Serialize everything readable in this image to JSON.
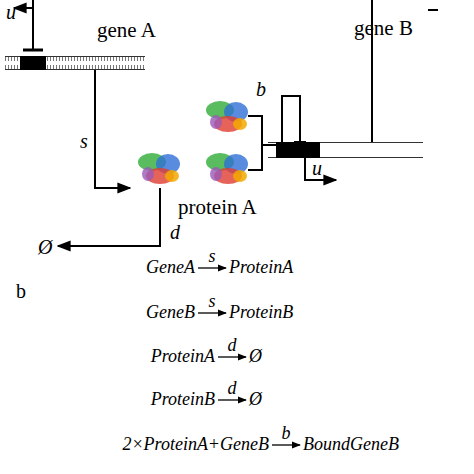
{
  "diagram": {
    "nodes": [
      {
        "text": [
          "gene A"
        ]
      },
      {
        "text": [
          "protein A"
        ]
      },
      {
        "text": [
          "gene B"
        ]
      }
    ],
    "edges": [
      {
        "from": 0,
        "to": 1,
        "label": "s",
        "arrow": "to"
      },
      {
        "from": 1,
        "to": 2,
        "label": "b",
        "arrow": "to"
      }
    ],
    "labels": [
      "u",
      "d",
      "Ø",
      "u",
      "b",
      "GeneA",
      "s",
      "ProteinA",
      "GeneB",
      "s",
      "ProteinB",
      "ProteinA",
      "d",
      "Ø",
      "ProteinB",
      "d",
      "Ø",
      "2×ProteinA+GeneB",
      "b",
      "BoundGeneB"
    ]
  }
}
